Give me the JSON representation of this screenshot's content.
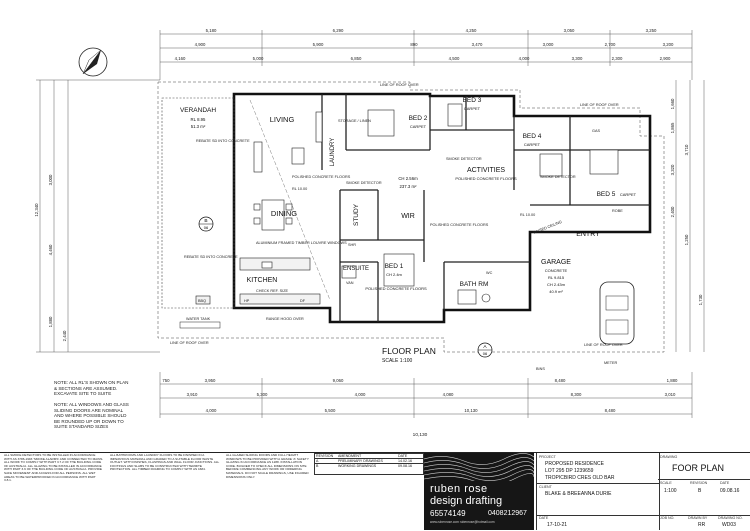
{
  "sheet": {
    "title": "FLOOR PLAN",
    "plan_title": "FLOOR PLAN",
    "plan_scale": "SCALE 1:100",
    "section_markers": [
      {
        "letter": "B",
        "sheet": "06"
      },
      {
        "letter": "A",
        "sheet": "06"
      }
    ]
  },
  "rooms": {
    "verandah": {
      "name": "VERANDAH",
      "rl": "RL 8.95",
      "area": "51.3 m²"
    },
    "living": "LIVING",
    "dining": "DINING",
    "kitchen": "KITCHEN",
    "laundry": "LAUNDRY",
    "study": "STUDY",
    "wir": "WIR",
    "ensuite": "ENSUITE",
    "bed1": {
      "name": "BED 1",
      "ch": "CH 2.4m",
      "floor": "POLISHED CONCRETE FLOORS"
    },
    "bed2": {
      "name": "BED 2",
      "floor": "CARPET"
    },
    "bed3": {
      "name": "BED 3",
      "floor": "CARPET"
    },
    "bed4": {
      "name": "BED 4",
      "floor": "CARPET"
    },
    "bed5": {
      "name": "BED 5",
      "floor": "CARPET"
    },
    "activities": {
      "name": "ACTIVITIES",
      "floor": "POLISHED CONCRETE FLOORS"
    },
    "bath": "BATH RM",
    "garage": {
      "name": "GARAGE",
      "floor": "CONCRETE",
      "rl": "RL 9.815",
      "ch": "CH 2.43m",
      "area": "40.9 m²"
    },
    "entry": "ENTRY",
    "central": {
      "ch": "CH 2.56m",
      "area": "237.3 m²"
    }
  },
  "annotations": {
    "roof_over": "LINE OF ROOF OVER",
    "rebate_1": "REBATE SD INTO CONCRETE",
    "rebate_2": "REBATE SD INTO CONCRETE",
    "living_floor": "POLISHED CONCRETE FLOORS",
    "rl_living": "RL 10.00",
    "aluminium": "ALUMINIUM FRAMED TIMBER LOUVRE WINDOWS",
    "smoke1": "SMOKE DETECTOR",
    "smoke2": "SMOKE DETECTOR",
    "smoke3": "SMOKE DETECTOR",
    "polished_wir": "POLISHED CONCRETE FLOORS",
    "rl_study": "RL 10.00",
    "raised_ceiling": "RAISED CEILING",
    "check_ref": "CHECK REF. SIZE",
    "water_tank": "WATER TANK",
    "range_hood": "RANGE HOOD OVER",
    "bbq": "BBQ",
    "robe": "ROBE",
    "storage": "STORAGE / LINEN",
    "gas": "GAS",
    "bins": "BINS",
    "meter": "METER",
    "hp": "HP",
    "df": "DF",
    "shr": "SHR",
    "van": "VAN",
    "wc": "WC"
  },
  "dimensions": {
    "top_row1": [
      "5,180",
      "6,290",
      "4,250",
      "3,050",
      "3,250"
    ],
    "top_row2": [
      "4,900",
      "5,900",
      "890",
      "3,470",
      "3,000",
      "2,700",
      "3,200"
    ],
    "top_row3": [
      "4,160",
      "5,000",
      "6,850",
      "4,500",
      "4,000",
      "3,300",
      "2,300",
      "2,900"
    ],
    "bottom_row1": [
      "750",
      "3,950",
      "9,060",
      "8,480",
      "1,880"
    ],
    "bottom_row2": [
      "3,910",
      "5,300",
      "4,000",
      "4,080",
      "8,300",
      "3,010"
    ],
    "bottom_row3": [
      "4,000",
      "5,500",
      "10,130",
      "8,480"
    ],
    "left_vertical": [
      "12,340",
      "3,000",
      "4,460",
      "1,880",
      "2,440"
    ],
    "right_vertical": [
      "1,660",
      "1,865",
      "3,320",
      "2,400",
      "3,710",
      "1,250",
      "1,730"
    ]
  },
  "notes": {
    "plan_note1": "NOTE: ALL RL'S SHOWN ON PLAN & SECTIONS ARE ASSUMED. EXCAVATE SITE TO SUITE",
    "plan_note2": "NOTE: ALL WINDOWS AND GLASS SLIDING DOORS ARE NOMINAL AND WHERE POSSIBLE SHOULD BE ROUNDED UP OR DOWN TO SUITE STANDARD SIZES",
    "col1": "ALL SMOKE DETECTORS TO BE INSTALLED IN ACCORDANCE WITH AS 3786-1993 'SMOKE ALARMS' AND CONNECTED TO MAINS. ALL WORK TO COMPLY WITH PART 3.7.2 OF THE BUILDING CODE OF AUSTRALIA. ALL GLAZING TO BE INSTALLED IN ACCORDANCE WITH PART 3.6 OF THE BUILDING CODE OF AUSTRALIA. PROVIDE SAFE MOVEMENT AND ACCESS FOR ALL PERSONS. ALL WET AREAS TO BE WATERPROOFED IN ACCORDANCE WITH PART 3.8.1.",
    "col2": "ALL BATHROOMS AND LAUNDRY FLOORS TO BE FINISHED IN A IMPERVIOUS MATERIAL AND GRADED TO A SUITABLE FLOOR WASTE OUTLET. WITH FINISHES, FLASHINGS AND WALL FLOOR JUNCTIONS. ALL FOOTINGS AND SLABS TO BE CONSTRUCTED WITH TERMITE PROTECTION. ALL TIMBER FRAMING TO COMPLY WITH AS 1684.",
    "col3": "ALL GLAZED SLIDING DOORS AND FULL HEIGHT WINDOWS TO BE PROVIDED WITH A GRADE 'A' SAFETY GLAZING IN ACCORDANCE AS 1288. INSTALLATION CODE. BUILDER TO CHECK ALL DIMENSIONS ON SITE BEFORE COMMENCING ANY WORK OR ORDERING MATERIALS. DO NOT SCALE DRAWINGS, USE FIGURED DIMENSIONS ONLY."
  },
  "revisions": {
    "headers": [
      "REVISION",
      "AMENDMENT",
      "DATE"
    ],
    "rows": [
      {
        "rev": "A",
        "amendment": "PRELIMINARY DRAWINGS",
        "date": "14.02.16"
      },
      {
        "rev": "B",
        "amendment": "WORKING DRAWINGS",
        "date": "09.08.16"
      }
    ]
  },
  "brand": {
    "line1": "ruben rose",
    "line2": "design drafting",
    "phone": "65574149",
    "mobile": "0408212967",
    "web": "www.rubenrose.com     rubenrose@hotmail.com"
  },
  "project": {
    "label": "PROJECT",
    "line1": "PROPOSED RESIDENCE",
    "line2": "LOT 295 DP 1239659",
    "line3": "TROPICBIRD CRES OLD BAR",
    "client_label": "CLIENT",
    "client": "BLAKE & BREEANNA DURIE",
    "date_label": "DATE",
    "date": "17-10-21"
  },
  "drawing": {
    "label": "DRAWING",
    "title": "FOOR PLAN",
    "scale_label": "SCALE",
    "scale": "1:100",
    "revision_label": "REVISION",
    "revision": "B",
    "date_label": "DATE",
    "date": "09.08.16",
    "job_label": "JOB NO.",
    "drawn_label": "DRAWN BY",
    "drawn": "RR",
    "drawing_no_label": "DRAWING NO.",
    "drawing_no": "WD03"
  }
}
